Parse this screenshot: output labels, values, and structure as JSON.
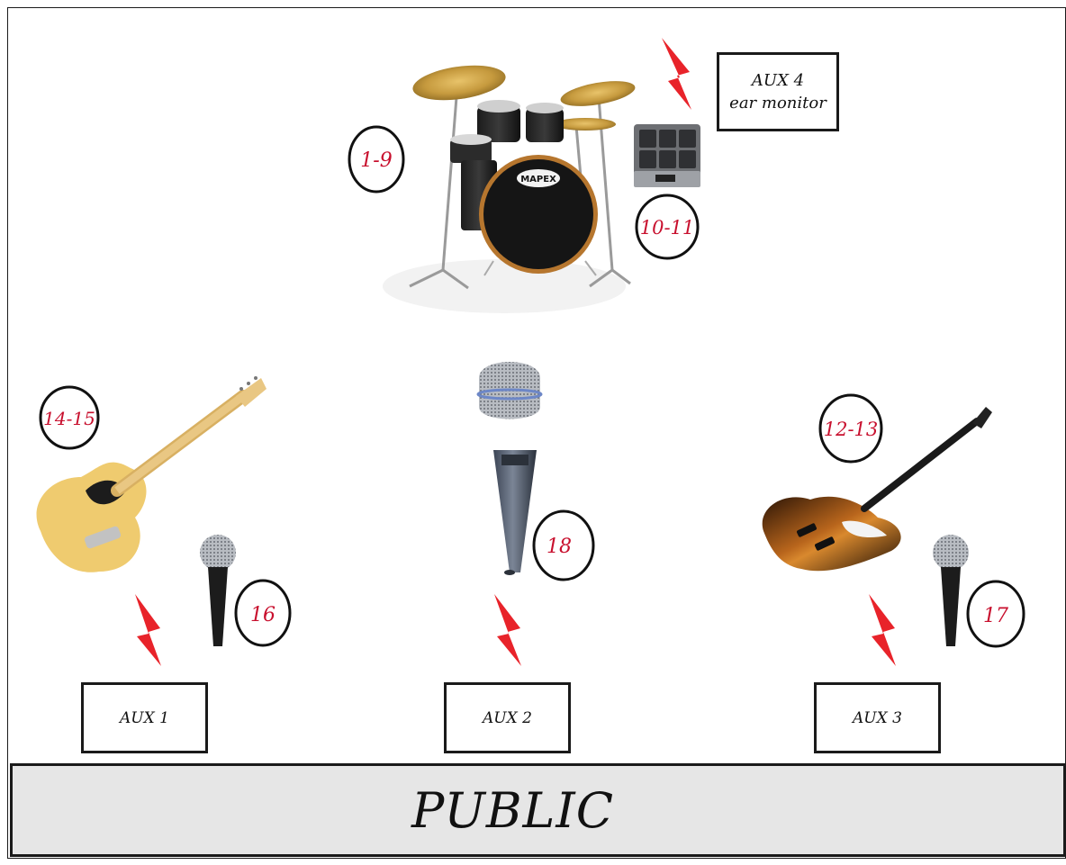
{
  "channels": {
    "drums": "1-9",
    "pad": "10-11",
    "guitar": "14-15",
    "vocal_left": "16",
    "vocal_center": "18",
    "bass": "12-13",
    "vocal_right": "17"
  },
  "monitors": {
    "aux1": "AUX 1",
    "aux2": "AUX 2",
    "aux3": "AUX 3",
    "aux4_line1": "AUX 4",
    "aux4_line2": "ear monitor"
  },
  "audience": {
    "label": "PUBLIC"
  },
  "colors": {
    "channel_text": "#c8102e",
    "lightning": "#e8232a",
    "public_fill": "#e6e6e6"
  },
  "icons": [
    "drum-kit-icon",
    "drum-pad-icon",
    "electric-guitar-icon",
    "bass-guitar-icon",
    "condenser-microphone-icon",
    "dynamic-microphone-icon",
    "lightning-icon"
  ]
}
